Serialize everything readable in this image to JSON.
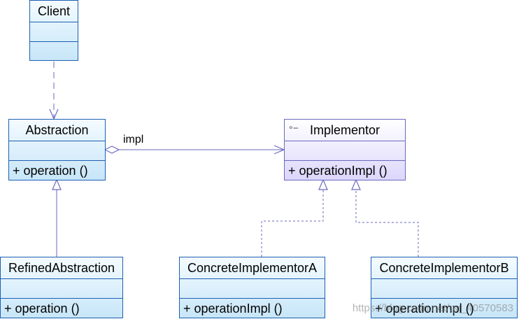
{
  "classes": {
    "client": {
      "name": "Client"
    },
    "abstraction": {
      "name": "Abstraction",
      "operation": "+ operation ()"
    },
    "implementor": {
      "name": "Implementor",
      "operation": "+ operationImpl ()"
    },
    "refined": {
      "name": "RefinedAbstraction",
      "operation": "+ operation ()"
    },
    "concreteA": {
      "name": "ConcreteImplementorA",
      "operation": "+ operationImpl ()"
    },
    "concreteB": {
      "name": "ConcreteImplementorB",
      "operation": "+ operationImpl ()"
    }
  },
  "associations": {
    "impl_label": "impl"
  },
  "icons": {
    "interface_marker": "interface-icon"
  },
  "colors": {
    "class_border": "#1d5fb3",
    "interface_border": "#6a6ac0",
    "connector": "#6a6ac0"
  },
  "watermark": "https://blog.csdn.net/qq_40570583"
}
